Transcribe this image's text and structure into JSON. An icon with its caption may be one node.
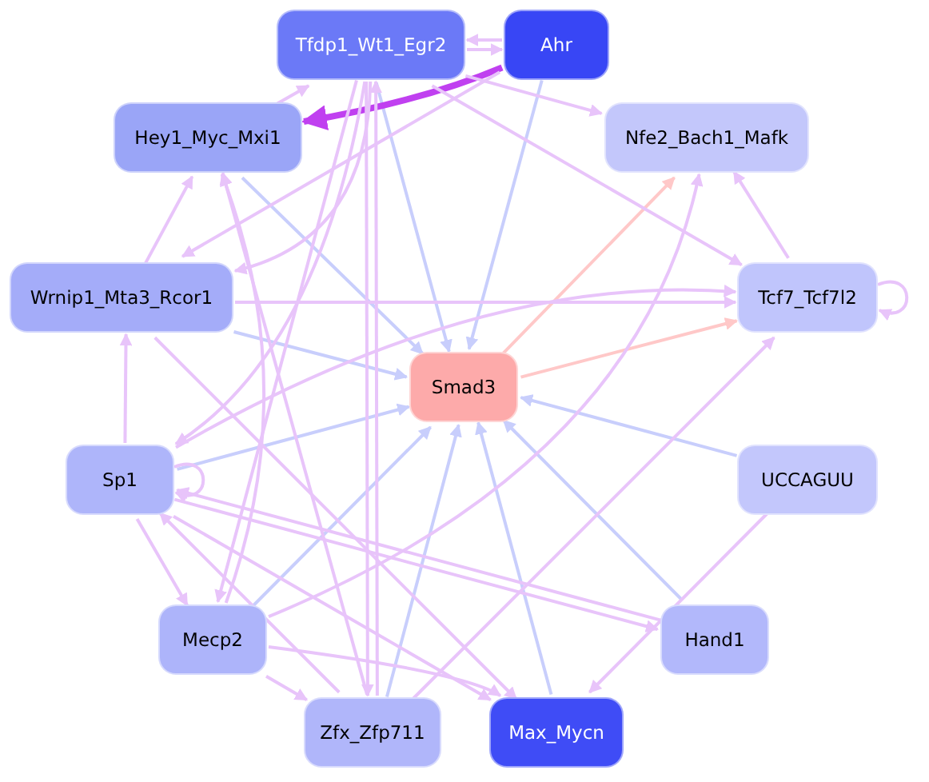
{
  "diagram": {
    "nodes": [
      {
        "text": [
          "Tfdp1_Wt1_Egr2"
        ]
      },
      {
        "text": [
          "Ahr"
        ]
      },
      {
        "text": [
          "Hey1_Myc_Mxi1"
        ]
      },
      {
        "text": [
          "Nfe2_Bach1_Mafk"
        ]
      },
      {
        "text": [
          "Wrnip1_Mta3_Rcor1"
        ]
      },
      {
        "text": [
          "Tcf7_Tcf7l2"
        ]
      },
      {
        "text": [
          "Smad3"
        ]
      },
      {
        "text": [
          "Sp1"
        ]
      },
      {
        "text": [
          "UCCAGUU"
        ]
      },
      {
        "text": [
          "Mecp2"
        ]
      },
      {
        "text": [
          "Hand1"
        ]
      },
      {
        "text": [
          "Zfx_Zfp711"
        ]
      },
      {
        "text": [
          "Max_Mycn"
        ]
      }
    ],
    "edges": [
      {
        "from": 1,
        "to": 6,
        "arrow": "to",
        "color": "#c8cefc"
      },
      {
        "from": 0,
        "to": 6,
        "arrow": "to",
        "color": "#c8cefc"
      },
      {
        "from": 2,
        "to": 6,
        "arrow": "to",
        "color": "#c8cefc"
      },
      {
        "from": 4,
        "to": 6,
        "arrow": "to",
        "color": "#c8cefc"
      },
      {
        "from": 7,
        "to": 6,
        "arrow": "to",
        "color": "#c8cefc"
      },
      {
        "from": 9,
        "to": 6,
        "arrow": "to",
        "color": "#c8cefc"
      },
      {
        "from": 11,
        "to": 6,
        "arrow": "to",
        "color": "#c8cefc"
      },
      {
        "from": 12,
        "to": 6,
        "arrow": "to",
        "color": "#c8cefc"
      },
      {
        "from": 10,
        "to": 6,
        "arrow": "to",
        "color": "#c8cefc"
      },
      {
        "from": 8,
        "to": 6,
        "arrow": "to",
        "color": "#c8cefc"
      },
      {
        "from": 6,
        "to": 3,
        "arrow": "to",
        "color": "#ffc8c8"
      },
      {
        "from": 6,
        "to": 5,
        "arrow": "to",
        "color": "#ffc8c8"
      },
      {
        "from": 1,
        "to": 2,
        "arrow": "to",
        "style": "thick",
        "color": "#c040f0"
      },
      {
        "from": 0,
        "to": 1,
        "arrow": "to"
      },
      {
        "from": 1,
        "to": 0,
        "arrow": "to"
      },
      {
        "from": 0,
        "to": 3,
        "arrow": "to"
      },
      {
        "from": 0,
        "to": 5,
        "arrow": "to"
      },
      {
        "from": 5,
        "to": 5,
        "arrow": "to"
      },
      {
        "from": 5,
        "to": 3,
        "arrow": "to"
      },
      {
        "from": 4,
        "to": 5,
        "arrow": "to"
      },
      {
        "from": 7,
        "to": 5,
        "arrow": "to"
      },
      {
        "from": 9,
        "to": 3,
        "arrow": "to"
      },
      {
        "from": 11,
        "to": 5,
        "arrow": "to"
      },
      {
        "from": 7,
        "to": 4,
        "arrow": "to"
      },
      {
        "from": 4,
        "to": 2,
        "arrow": "to"
      },
      {
        "from": 7,
        "to": 9,
        "arrow": "to"
      },
      {
        "from": 7,
        "to": 7,
        "arrow": "to"
      },
      {
        "from": 9,
        "to": 11,
        "arrow": "to"
      },
      {
        "from": 9,
        "to": 12,
        "arrow": "to"
      },
      {
        "from": 7,
        "to": 10,
        "arrow": "to"
      },
      {
        "from": 8,
        "to": 12,
        "arrow": "to"
      },
      {
        "from": 11,
        "to": 0,
        "arrow": "to"
      },
      {
        "from": 0,
        "to": 11,
        "arrow": "to"
      },
      {
        "from": 11,
        "to": 2,
        "arrow": "to"
      },
      {
        "from": 9,
        "to": 2,
        "arrow": "to"
      },
      {
        "from": 0,
        "to": 4,
        "arrow": "to"
      },
      {
        "from": 1,
        "to": 4,
        "arrow": "to"
      },
      {
        "from": 7,
        "to": 12,
        "arrow": "to"
      },
      {
        "from": 4,
        "to": 12,
        "arrow": "to"
      },
      {
        "from": 0,
        "to": 7,
        "arrow": "to"
      },
      {
        "from": 11,
        "to": 7,
        "arrow": "to"
      },
      {
        "from": 0,
        "to": 9,
        "arrow": "to"
      },
      {
        "from": 10,
        "to": 7,
        "arrow": "to"
      },
      {
        "from": 2,
        "to": 0,
        "arrow": "to"
      }
    ]
  }
}
